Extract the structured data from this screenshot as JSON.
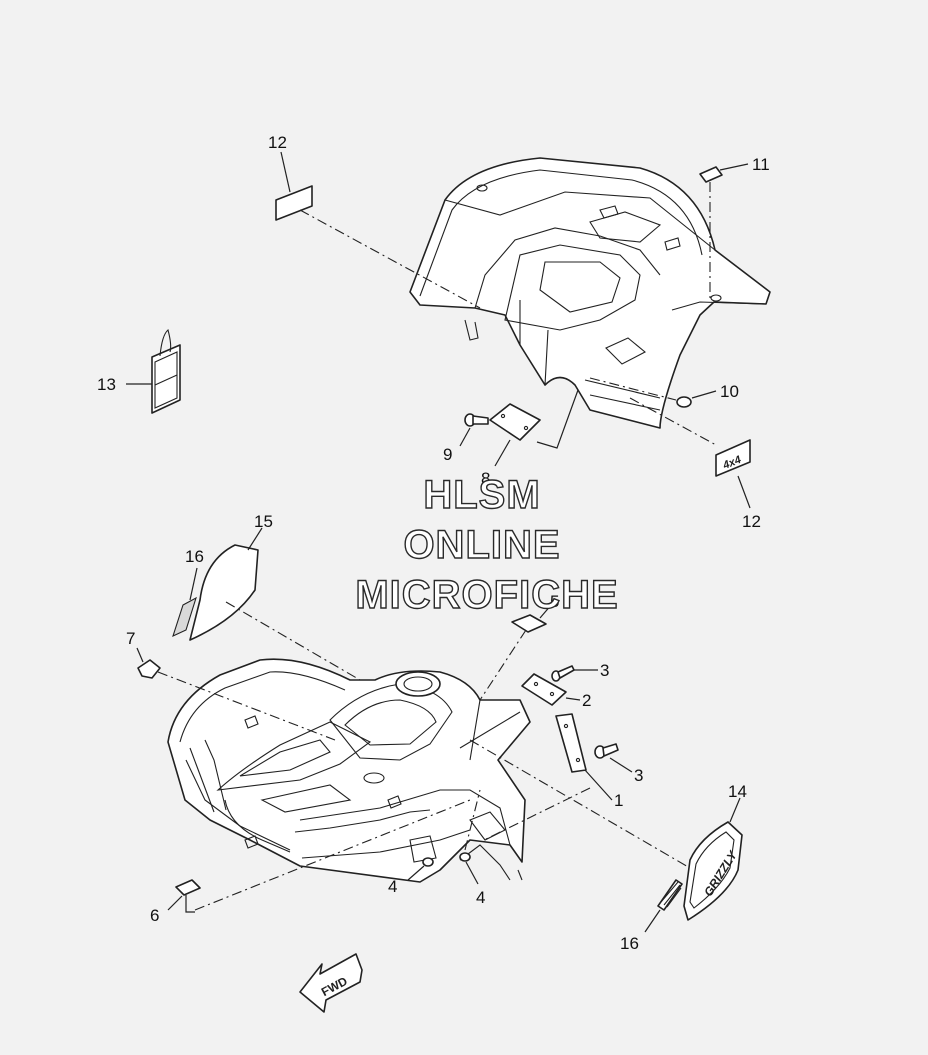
{
  "watermark": {
    "line1": "HLSM",
    "line2": "ONLINE",
    "line3": "MICROFICHE"
  },
  "fwd_label": "FWD",
  "decal_4x4_text": "4x4",
  "callouts": {
    "c1": "1",
    "c2": "2",
    "c3a": "3",
    "c3b": "3",
    "c4a": "4",
    "c4b": "4",
    "c5": "5",
    "c6": "6",
    "c7": "7",
    "c8": "8",
    "c9": "9",
    "c10": "10",
    "c11": "11",
    "c12a": "12",
    "c12b": "12",
    "c13": "13",
    "c14": "14",
    "c15": "15",
    "c16a": "16",
    "c16b": "16"
  },
  "colors": {
    "background": "#f2f2f2",
    "line": "#222222",
    "fill": "#ffffff"
  }
}
